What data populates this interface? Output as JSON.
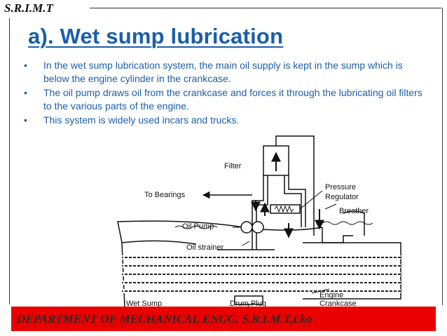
{
  "header": {
    "org": "S.R.I.M.T"
  },
  "slide": {
    "title": "a). Wet sump lubrication",
    "bullets": [
      {
        "marker": "•",
        "text": "In the wet sump lubrication system, the main oil supply is kept in the sump which is below the engine cylinder in the crankcase."
      },
      {
        "marker": "•",
        "text": "The oil pump draws oil from the crankcase and forces it through the lubricating oil filters   to the various parts of the engine."
      },
      {
        "marker": "•",
        "text": "This system is widely used incars and trucks."
      }
    ]
  },
  "diagram": {
    "labels": {
      "filter": "Filter",
      "to_bearings": "To Bearings",
      "pressure": "Pressure",
      "regulator": "Regulator",
      "breather": "Breather",
      "oil_pump": "Oil Pump",
      "oil_strainer": "Oil strainer",
      "wet_sump": "Wet Sump",
      "drum_plug": "Drum Plug",
      "engine": "Engine",
      "crankcase": "Crankcase"
    }
  },
  "footer": {
    "text": "DEPARTMENT OF MECHANICAL ENGG. S.R.I.M.T,Lko"
  },
  "colors": {
    "title": "#1b5fa8",
    "footer_bg": "#ea0000"
  }
}
